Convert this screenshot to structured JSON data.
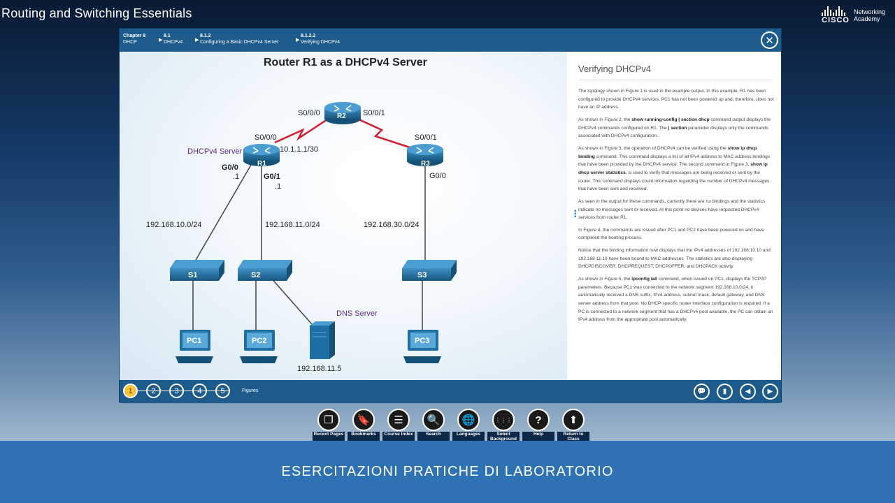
{
  "app": {
    "title": "Routing and Switching Essentials",
    "brand_line1": "Networking",
    "brand_line2": "Academy",
    "brand_word": "CISCO"
  },
  "breadcrumb": [
    {
      "top": "Chapter 8",
      "bottom": "DHCP"
    },
    {
      "top": "8.1",
      "bottom": "DHCPv4"
    },
    {
      "top": "8.1.2",
      "bottom": "Configuring a Basic DHCPv4 Server"
    },
    {
      "top": "8.1.2.2",
      "bottom": "Verifying DHCPv4"
    }
  ],
  "figure": {
    "title": "Router R1 as a DHCPv4 Server",
    "labels": {
      "r2_left": "S0/0/0",
      "r2_right": "S0/0/1",
      "r2": "R2",
      "r1_top": "S0/0/0",
      "r1_link": "10.1.1.1/30",
      "r1_role": "DHCPv4 Server",
      "r1": "R1",
      "r1_g00": "G0/0",
      "r1_g00_ip": ".1",
      "r1_g01": "G0/1",
      "r1_g01_ip": ".1",
      "r3_top": "S0/0/1",
      "r3": "R3",
      "r3_g00": "G0/0",
      "net1": "192.168.10.0/24",
      "net2": "192.168.11.0/24",
      "net3": "192.168.30.0/24",
      "s1": "S1",
      "s2": "S2",
      "s3": "S3",
      "pc1": "PC1",
      "pc2": "PC2",
      "pc3": "PC3",
      "dns": "DNS Server",
      "dns_ip": "192.168.11.5"
    }
  },
  "panel": {
    "title": "Verifying DHCPv4",
    "p1": "The topology shown in Figure 1 is used in the example output. In this example, R1 has been configured to provide DHCPv4 services. PC1 has not been powered up and, therefore, does not have an IP address.",
    "p2_a": "As shown in Figure 2, the ",
    "p2_b": "show running-config | section dhcp",
    "p2_c": " command output displays the DHCPv4 commands configured on R1. The ",
    "p2_d": "| section",
    "p2_e": " parameter displays only the commands associated with DHCPv4 configuration.",
    "p3_a": "As shown in Figure 3, the operation of DHCPv4 can be verified using the ",
    "p3_b": "show ip dhcp binding",
    "p3_c": " command. This command displays a list of all IPv4 address to MAC address bindings that have been provided by the DHCPv4 service. The second command in Figure 3, ",
    "p3_d": "show ip dhcp server statistics",
    "p3_e": ", is used to verify that messages are being received or sent by the router. This command displays count information regarding the number of DHCPv4 messages that have been sent and received.",
    "p4": "As seen in the output for these commands, currently there are no bindings and the statistics indicate no messages sent or received. At this point no devices have requested DHCPv4 services from router R1.",
    "p5": "In Figure 4, the commands are issued after PC1 and PC2 have been powered on and have completed the booting process.",
    "p6": "Notice that the binding information now displays that the IPv4 addresses of 192.168.10.10 and 192.168.11.10 have been bound to MAC addresses. The statistics are also displaying DHCPDISCOVER, DHCPREQUEST, DHCPOFFER, and DHCPACK activity.",
    "p7_a": "As shown in Figure 5, the ",
    "p7_b": "ipconfig /all",
    "p7_c": " command, when issued on PC1, displays the TCP/IP parameters. Because PC1 was connected to the network segment 192.168.10.0/24, it automatically received a DNS suffix, IPv4 address, subnet mask, default gateway, and DNS server address from that pool. No DHCP-specific router interface configuration is required. If a PC is connected to a network segment that has a DHCPv4 pool available, the PC can obtain an IPv4 address from the appropriate pool automatically."
  },
  "footer": {
    "tabs": [
      "1",
      "2",
      "3",
      "4",
      "5"
    ],
    "active_tab": "1",
    "figures_label": "Figures"
  },
  "dock": [
    {
      "label": "Recent Pages",
      "icon": "recent-pages-icon",
      "glyph": "❐"
    },
    {
      "label": "Bookmarks",
      "icon": "bookmark-icon",
      "glyph": "🔖"
    },
    {
      "label": "Course Index",
      "icon": "course-index-icon",
      "glyph": "☰"
    },
    {
      "label": "Search",
      "icon": "search-icon",
      "glyph": "🔍"
    },
    {
      "label": "Languages",
      "icon": "languages-icon",
      "glyph": "🌐"
    },
    {
      "label": "Select Background",
      "icon": "select-background-icon",
      "glyph": "⋮⋮⋮"
    },
    {
      "label": "Help",
      "icon": "help-icon",
      "glyph": "?"
    },
    {
      "label": "Return to Class",
      "icon": "return-icon",
      "glyph": "⬆"
    }
  ],
  "banner": {
    "text": "ESERCITAZIONI PRATICHE DI LABORATORIO"
  },
  "colors": {
    "header": "#1d5b8d",
    "banner": "#2f72b4",
    "serial_link": "#d51c2c",
    "device": "#1e6fa3",
    "accent_label": "#5b2a86"
  }
}
